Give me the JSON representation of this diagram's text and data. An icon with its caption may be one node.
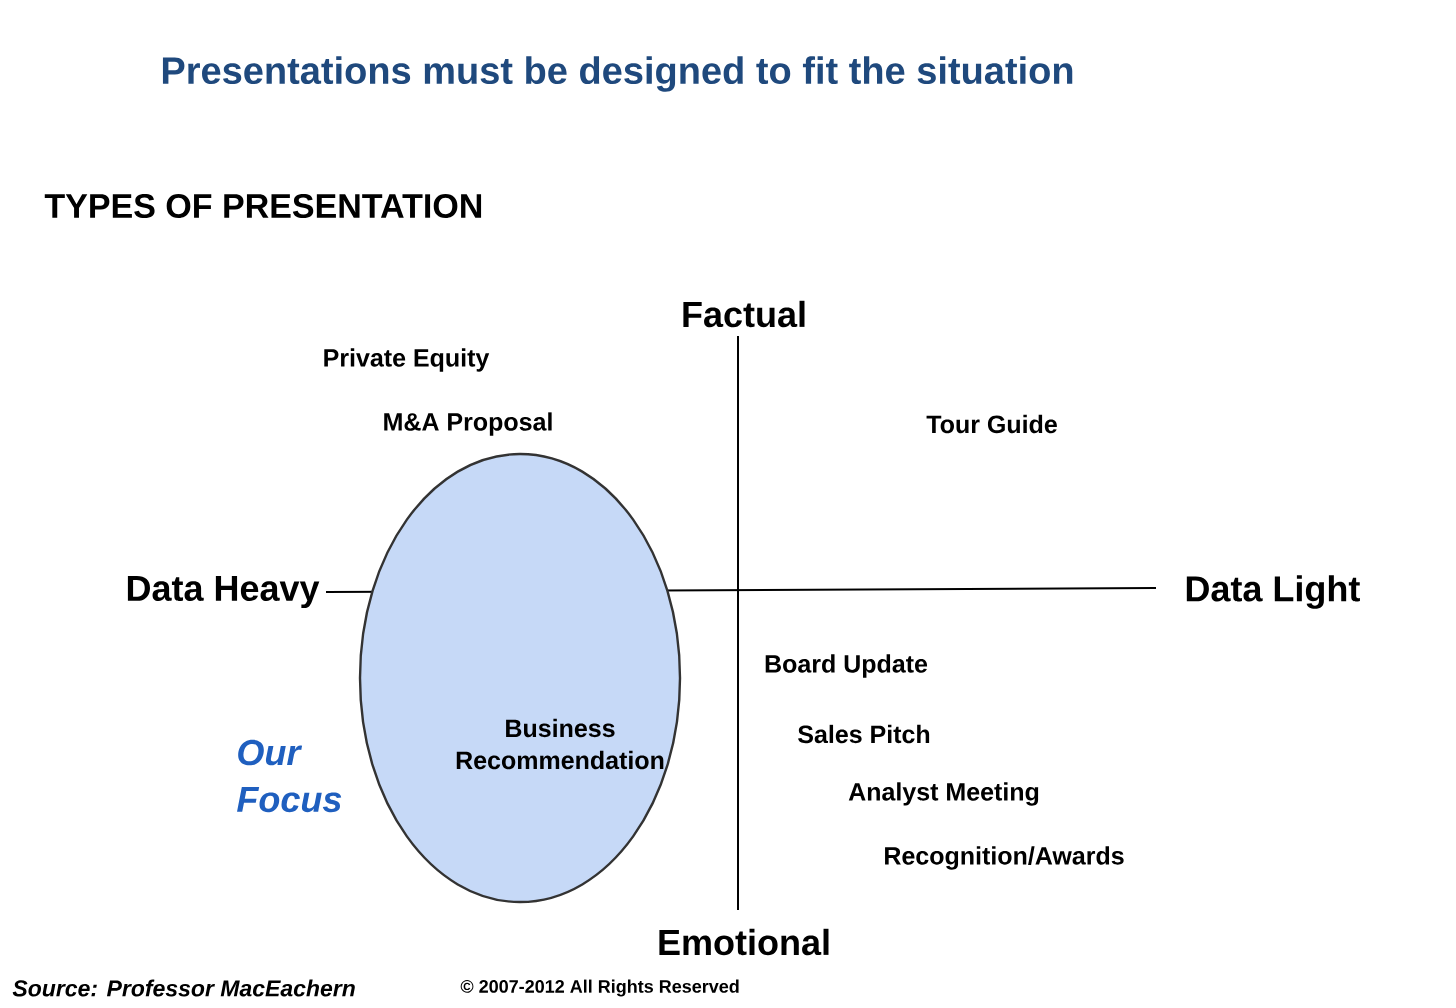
{
  "diagram": {
    "title": "Presentations must be designed to fit the situation",
    "nodes": [
      {
        "text": [
          "Business Recommendation"
        ]
      }
    ],
    "edges": [],
    "labels": [
      "TYPES OF PRESENTATION",
      "Factual",
      "Private Equity",
      "M&A Proposal",
      "Tour Guide",
      "Data Heavy",
      "Data Light",
      "Board Update",
      "Our Focus",
      "Sales Pitch",
      "Analyst Meeting",
      "Recognition/Awards",
      "Emotional",
      "Source: Professor MacEachern",
      "© 2007-2012 All Rights Reserved"
    ]
  }
}
